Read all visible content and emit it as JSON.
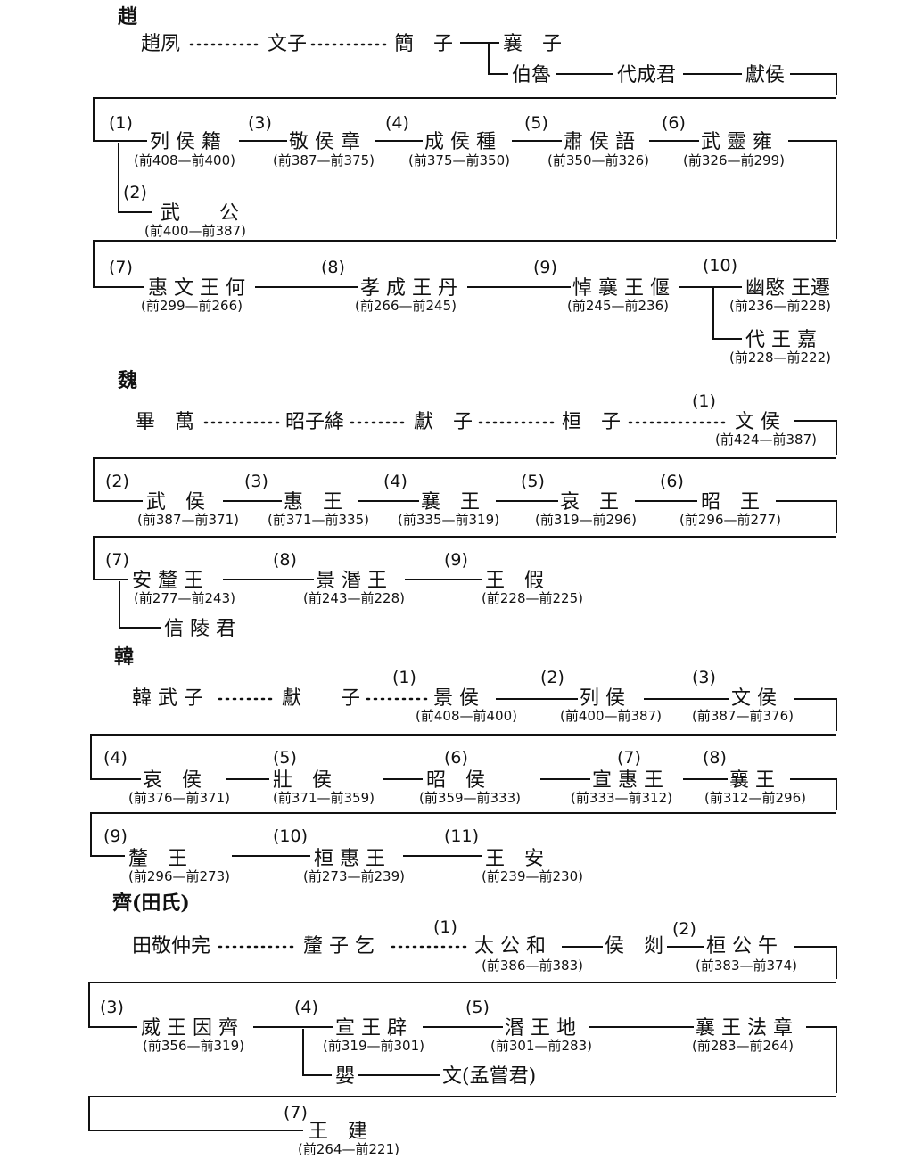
{
  "zhao": {
    "heading": "趙",
    "gen": [
      "趙夙",
      "文子",
      "簡　子",
      "襄　子",
      "伯魯",
      "代成君",
      "獻侯"
    ],
    "r1": [
      {
        "i": "(1)",
        "n": "列 侯 籍",
        "d": "(前408—前400)"
      },
      {
        "i": "(3)",
        "n": "敬 侯 章",
        "d": "(前387—前375)"
      },
      {
        "i": "(4)",
        "n": "成 侯 種",
        "d": "(前375—前350)"
      },
      {
        "i": "(5)",
        "n": "肅 侯 語",
        "d": "(前350—前326)"
      },
      {
        "i": "(6)",
        "n": "武 靈 雍",
        "d": "(前326—前299)"
      }
    ],
    "wugong": {
      "i": "(2)",
      "n": "武　　公",
      "d": "(前400—前387)"
    },
    "r2": [
      {
        "i": "(7)",
        "n": "惠 文 王 何",
        "d": "(前299—前266)"
      },
      {
        "i": "(8)",
        "n": "孝 成 王 丹",
        "d": "(前266—前245)"
      },
      {
        "i": "(9)",
        "n": "悼 襄 王 偃",
        "d": "(前245—前236)"
      },
      {
        "i": "(10)",
        "n": "幽愍 王遷",
        "d": "(前236—前228)"
      }
    ],
    "daiwang": {
      "n": "代 王 嘉",
      "d": "(前228—前222)"
    }
  },
  "wei": {
    "heading": "魏",
    "gen": [
      "畢　萬",
      "昭子絳",
      "獻　子",
      "桓　子"
    ],
    "wenhou": {
      "i": "(1)",
      "n": "文 侯",
      "d": "(前424—前387)"
    },
    "r1": [
      {
        "i": "(2)",
        "n": "武　侯",
        "d": "(前387—前371)"
      },
      {
        "i": "(3)",
        "n": "惠　王",
        "d": "(前371—前335)"
      },
      {
        "i": "(4)",
        "n": "襄　王",
        "d": "(前335—前319)"
      },
      {
        "i": "(5)",
        "n": "哀　王",
        "d": "(前319—前296)"
      },
      {
        "i": "(6)",
        "n": "昭　王",
        "d": "(前296—前277)"
      }
    ],
    "r2": [
      {
        "i": "(7)",
        "n": "安 釐 王",
        "d": "(前277—前243)"
      },
      {
        "i": "(8)",
        "n": "景 湣 王",
        "d": "(前243—前228)"
      },
      {
        "i": "(9)",
        "n": "王　假",
        "d": "(前228—前225)"
      }
    ],
    "xinling": "信 陵 君"
  },
  "han": {
    "heading": "韓",
    "gen": [
      "韓 武 子",
      "獻　　子"
    ],
    "r0": [
      {
        "i": "(1)",
        "n": "景 侯",
        "d": "(前408—前400)"
      },
      {
        "i": "(2)",
        "n": "列 侯",
        "d": "(前400—前387)"
      },
      {
        "i": "(3)",
        "n": "文 侯",
        "d": "(前387—前376)"
      }
    ],
    "r1": [
      {
        "i": "(4)",
        "n": "哀　侯",
        "d": "(前376—前371)"
      },
      {
        "i": "(5)",
        "n": "壯　侯",
        "d": "(前371—前359)"
      },
      {
        "i": "(6)",
        "n": "昭　侯",
        "d": "(前359—前333)"
      },
      {
        "i": "(7)",
        "n": "宣 惠 王",
        "d": "(前333—前312)"
      },
      {
        "i": "(8)",
        "n": "襄 王",
        "d": "(前312—前296)"
      }
    ],
    "r2": [
      {
        "i": "(9)",
        "n": "釐　王",
        "d": "(前296—前273)"
      },
      {
        "i": "(10)",
        "n": "桓 惠 王",
        "d": "(前273—前239)"
      },
      {
        "i": "(11)",
        "n": "王　安",
        "d": "(前239—前230)"
      }
    ]
  },
  "qi": {
    "heading": "齊(田氏)",
    "gen": [
      "田敬仲完",
      "釐 子 乞"
    ],
    "r0": [
      {
        "i": "(1)",
        "n": "太 公 和",
        "d": "(前386—前383)"
      },
      {
        "i": "",
        "n": "侯　剡",
        "d": ""
      },
      {
        "i": "(2)",
        "n": "桓 公 午",
        "d": "(前383—前374)"
      }
    ],
    "r1": [
      {
        "i": "(3)",
        "n": "威 王 因 齊",
        "d": "(前356—前319)"
      },
      {
        "i": "(4)",
        "n": "宣 王 辟",
        "d": "(前319—前301)"
      },
      {
        "i": "(5)",
        "n": "湣 王 地",
        "d": "(前301—前283)"
      },
      {
        "i": "",
        "n": "襄 王 法 章",
        "d": "(前283—前264)"
      }
    ],
    "ying": "嬰",
    "mengchang": "文(孟嘗君)",
    "r2": [
      {
        "i": "(7)",
        "n": "王　建",
        "d": "(前264—前221)"
      }
    ]
  }
}
